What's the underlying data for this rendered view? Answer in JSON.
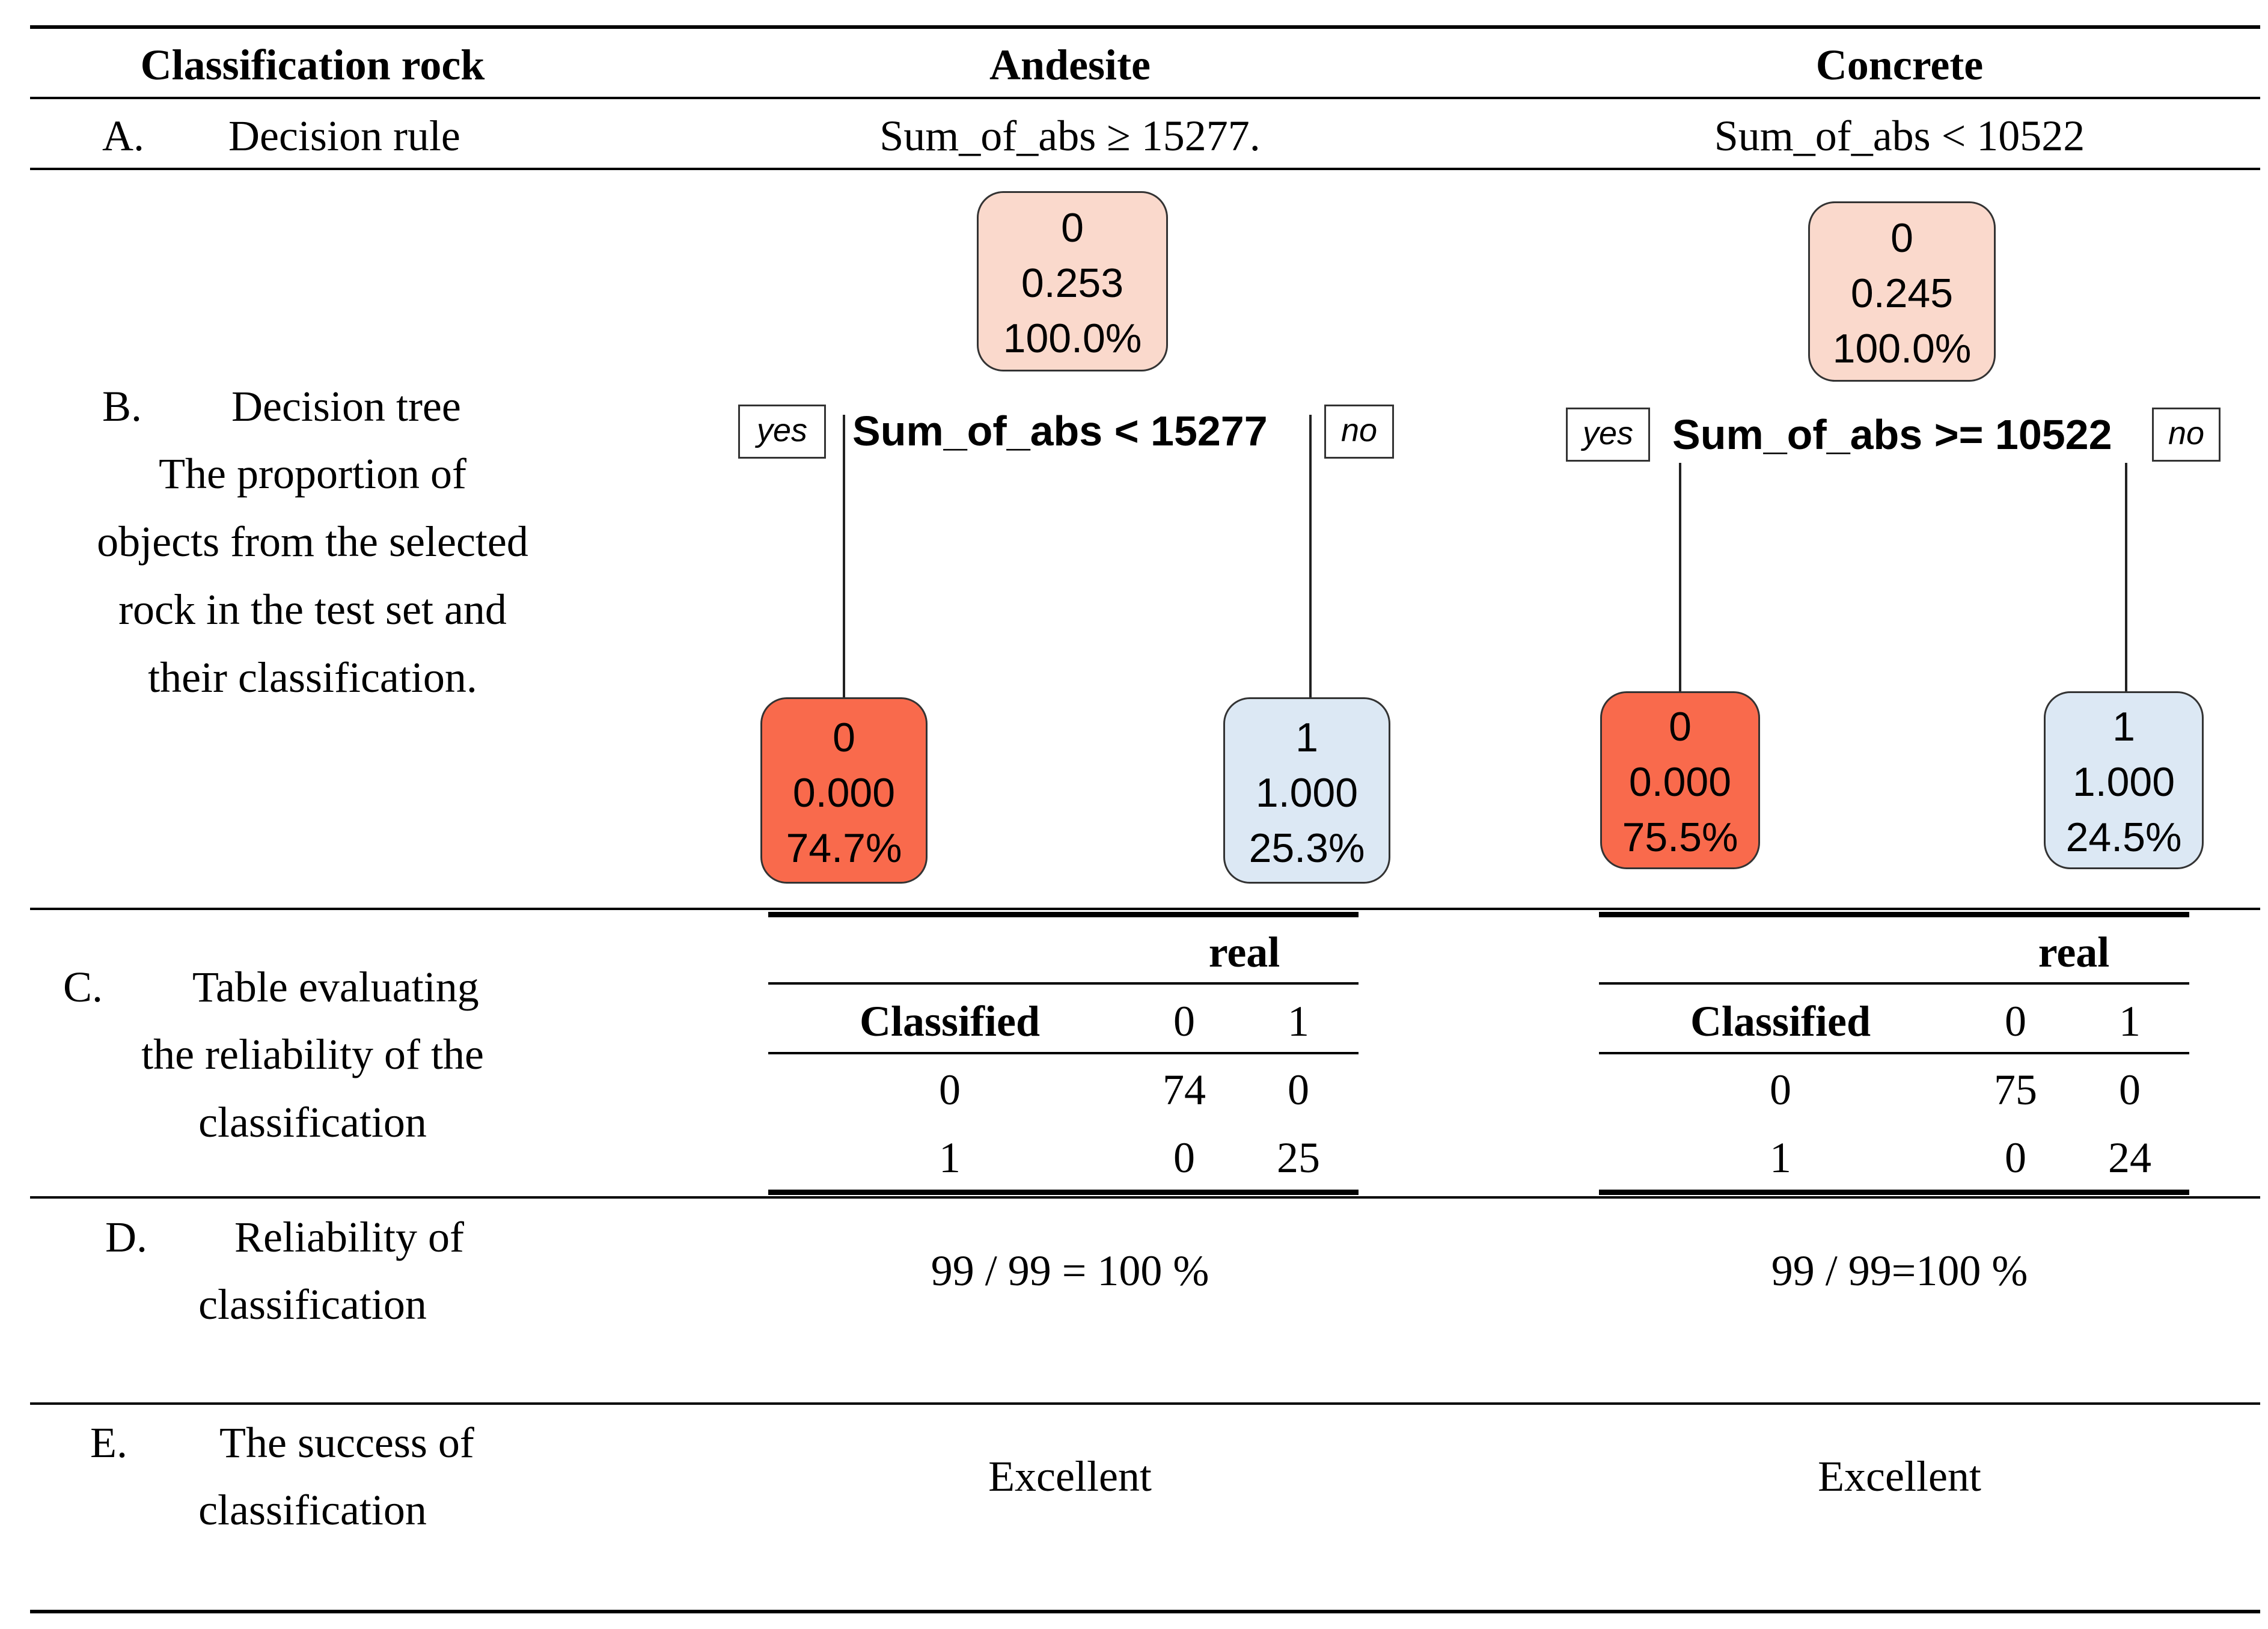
{
  "columns": {
    "header_label": "Classification rock",
    "col1": "Andesite",
    "col2": "Concrete"
  },
  "rows": {
    "a": {
      "letter": "A.",
      "label": "Decision rule",
      "col1": "Sum_of_abs ≥ 15277.",
      "col2": "Sum_of_abs < 10522"
    },
    "b": {
      "letter": "B.",
      "label": "Decision tree",
      "desc": [
        "The proportion of",
        "objects from the selected",
        "rock in the test set and",
        "their classification."
      ]
    },
    "c": {
      "letter": "C.",
      "label": "Table evaluating",
      "desc": [
        "the reliability of the",
        "classification"
      ]
    },
    "d": {
      "letter": "D.",
      "label": "Reliability of",
      "desc": [
        "classification"
      ],
      "col1": "99 / 99 = 100 %",
      "col2": "99 / 99=100 %"
    },
    "e": {
      "letter": "E.",
      "label": "The success of",
      "desc": [
        "classification"
      ],
      "col1": "Excellent",
      "col2": "Excellent"
    }
  },
  "trees": [
    {
      "root": {
        "cls": "0",
        "prob": "0.253",
        "pct": "100.0%"
      },
      "split": "Sum_of_abs < 15277",
      "yes": "yes",
      "no": "no",
      "left": {
        "cls": "0",
        "prob": "0.000",
        "pct": "74.7%"
      },
      "right": {
        "cls": "1",
        "prob": "1.000",
        "pct": "25.3%"
      },
      "colors": {
        "root": "#fad9cc",
        "left": "#f96a4c",
        "right": "#dce8f4"
      }
    },
    {
      "root": {
        "cls": "0",
        "prob": "0.245",
        "pct": "100.0%"
      },
      "split": "Sum_of_abs >= 10522",
      "yes": "yes",
      "no": "no",
      "left": {
        "cls": "0",
        "prob": "0.000",
        "pct": "75.5%"
      },
      "right": {
        "cls": "1",
        "prob": "1.000",
        "pct": "24.5%"
      },
      "colors": {
        "root": "#fad9cc",
        "left": "#f96a4c",
        "right": "#dce8f4"
      }
    }
  ],
  "matrices": [
    {
      "real": "real",
      "classified": "Classified",
      "cols": [
        "0",
        "1"
      ],
      "rows": [
        {
          "label": "0",
          "values": [
            "74",
            "0"
          ]
        },
        {
          "label": "1",
          "values": [
            "0",
            "25"
          ]
        }
      ]
    },
    {
      "real": "real",
      "classified": "Classified",
      "cols": [
        "0",
        "1"
      ],
      "rows": [
        {
          "label": "0",
          "values": [
            "75",
            "0"
          ]
        },
        {
          "label": "1",
          "values": [
            "0",
            "24"
          ]
        }
      ]
    }
  ]
}
